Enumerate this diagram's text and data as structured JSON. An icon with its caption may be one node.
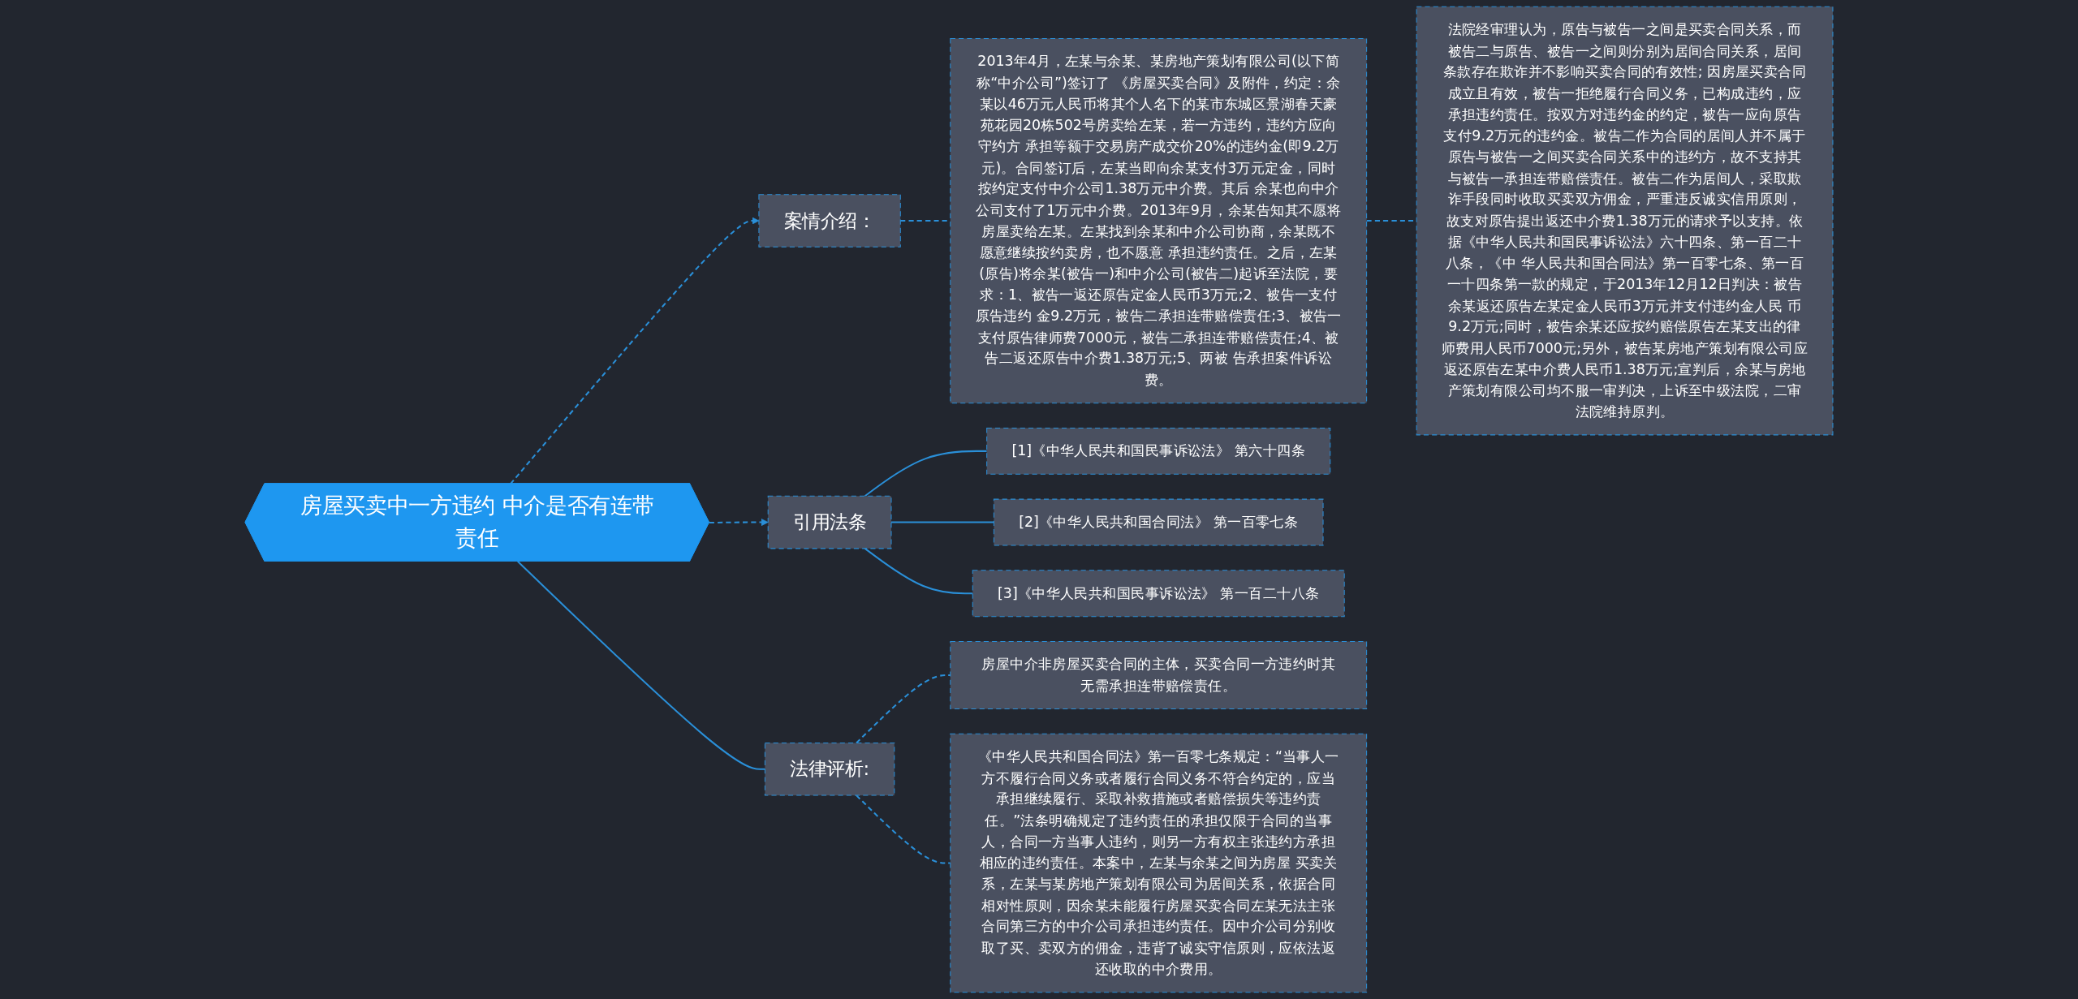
{
  "diagram": {
    "nodes": [
      {
        "text": [
          "房屋买卖中一方违约 中介是否有连带责任"
        ]
      },
      {
        "text": [
          "案情介绍："
        ]
      },
      {
        "text": [
          "2013年4月，左某与余某、某房地产策划有限公司(以下简称“中介公司”)签订了 《房屋买卖合同》及附件，约定：余某以46万元人民币将其个人名下的某市东城区景湖春天豪苑花园20栋502号房卖给左某，若一方违约，违约方应向守约方 承担等额于交易房产成交价20%的违约金(即9.2万元)。合同签订后，左某当即向余某支付3万元定金，同时按约定支付中介公司1.38万元中介费。其后 余某也向中介公司支付了1万元中介费。2013年9月，余某告知其不愿将房屋卖给左某。左某找到余某和中介公司协商，余某既不愿意继续按约卖房，也不愿意 承担违约责任。之后，左某(原告)将余某(被告一)和中介公司(被告二)起诉至法院，要求：1、被告一返还原告定金人民币3万元;2、被告一支付原告违约 金9.2万元，被告二承担连带赔偿责任;3、被告一支付原告律师费7000元，被告二承担连带赔偿责任;4、被告二返还原告中介费1.38万元;5、两被 告承担案件诉讼费。"
        ]
      },
      {
        "text": [
          "法院经审理认为，原告与被告一之间是买卖合同关系，而被告二与原告、被告一之间则分别为居间合同关系，居间条款存在欺诈并不影响买卖合同的有效性; 因房屋买卖合同成立且有效，被告一拒绝履行合同义务，已构成违约，应承担违约责任。按双方对违约金的约定，被告一应向原告支付9.2万元的违约金。被告二作为合同的居间人并不属于原告与被告一之间买卖合同关系中的违约方，故不支持其与被告一承担连带赔偿责任。被告二作为居间人，采取欺诈手段同时收取买卖双方佣金，严重违反诚实信用原则，故支对原告提出返还中介费1.38万元的请求予以支持。依据《中华人民共和国民事诉讼法》六十四条、第一百二十八条，《中 华人民共和国合同法》第一百零七条、第一百一十四条第一款的规定，于2013年12月12日判决：被告余某返还原告左某定金人民币3万元并支付违约金人民 币9.2万元;同时，被告余某还应按约赔偿原告左某支出的律师费用人民币7000元;另外，被告某房地产策划有限公司应返还原告左某中介费人民币1.38万元;宣判后，余某与房地产策划有限公司均不服一审判决，上诉至中级法院，二审法院维持原判。"
        ]
      },
      {
        "text": [
          "引用法条"
        ]
      },
      {
        "text": [
          "[1]《中华人民共和国民事诉讼法》 第六十四条"
        ]
      },
      {
        "text": [
          "[2]《中华人民共和国合同法》 第一百零七条"
        ]
      },
      {
        "text": [
          "[3]《中华人民共和国民事诉讼法》 第一百二十八条"
        ]
      },
      {
        "text": [
          "法律评析:"
        ]
      },
      {
        "text": [
          "房屋中介非房屋买卖合同的主体，买卖合同一方违约时其无需承担连带赔偿责任。"
        ]
      },
      {
        "text": [
          "《中华人民共和国合同法》第一百零七条规定：“当事人一方不履行合同义务或者履行合同义务不符合约定的，应当承担继续履行、采取补救措施或者赔偿损失等违约责任。”法条明确规定了违约责任的承担仅限于合同的当事人，合同一方当事人违约，则另一方有权主张违约方承担相应的违约责任。本案中，左某与余某之间为房屋 买卖关系，左某与某房地产策划有限公司为居间关系，依据合同相对性原则，因余某未能履行房屋买卖合同左某无法主张合同第三方的中介公司承担违约责任。因中介公司分别收取了买、卖双方的佣金，违背了诚实守信原则，应依法返还收取的中介费用。"
        ]
      }
    ],
    "edges": [
      {
        "from": 0,
        "to": 1,
        "arrow": "to",
        "style": "dashed"
      },
      {
        "from": 1,
        "to": 2,
        "arrow": "none",
        "style": "dashed"
      },
      {
        "from": 2,
        "to": 3,
        "arrow": "none",
        "style": "dashed"
      },
      {
        "from": 0,
        "to": 4,
        "arrow": "to",
        "style": "dashed"
      },
      {
        "from": 4,
        "to": 5,
        "arrow": "none"
      },
      {
        "from": 4,
        "to": 6,
        "arrow": "none"
      },
      {
        "from": 4,
        "to": 7,
        "arrow": "none"
      },
      {
        "from": 0,
        "to": 8,
        "arrow": "none"
      },
      {
        "from": 8,
        "to": 9,
        "arrow": "none",
        "style": "dashed"
      },
      {
        "from": 8,
        "to": 10,
        "arrow": "none",
        "style": "dashed"
      }
    ]
  }
}
